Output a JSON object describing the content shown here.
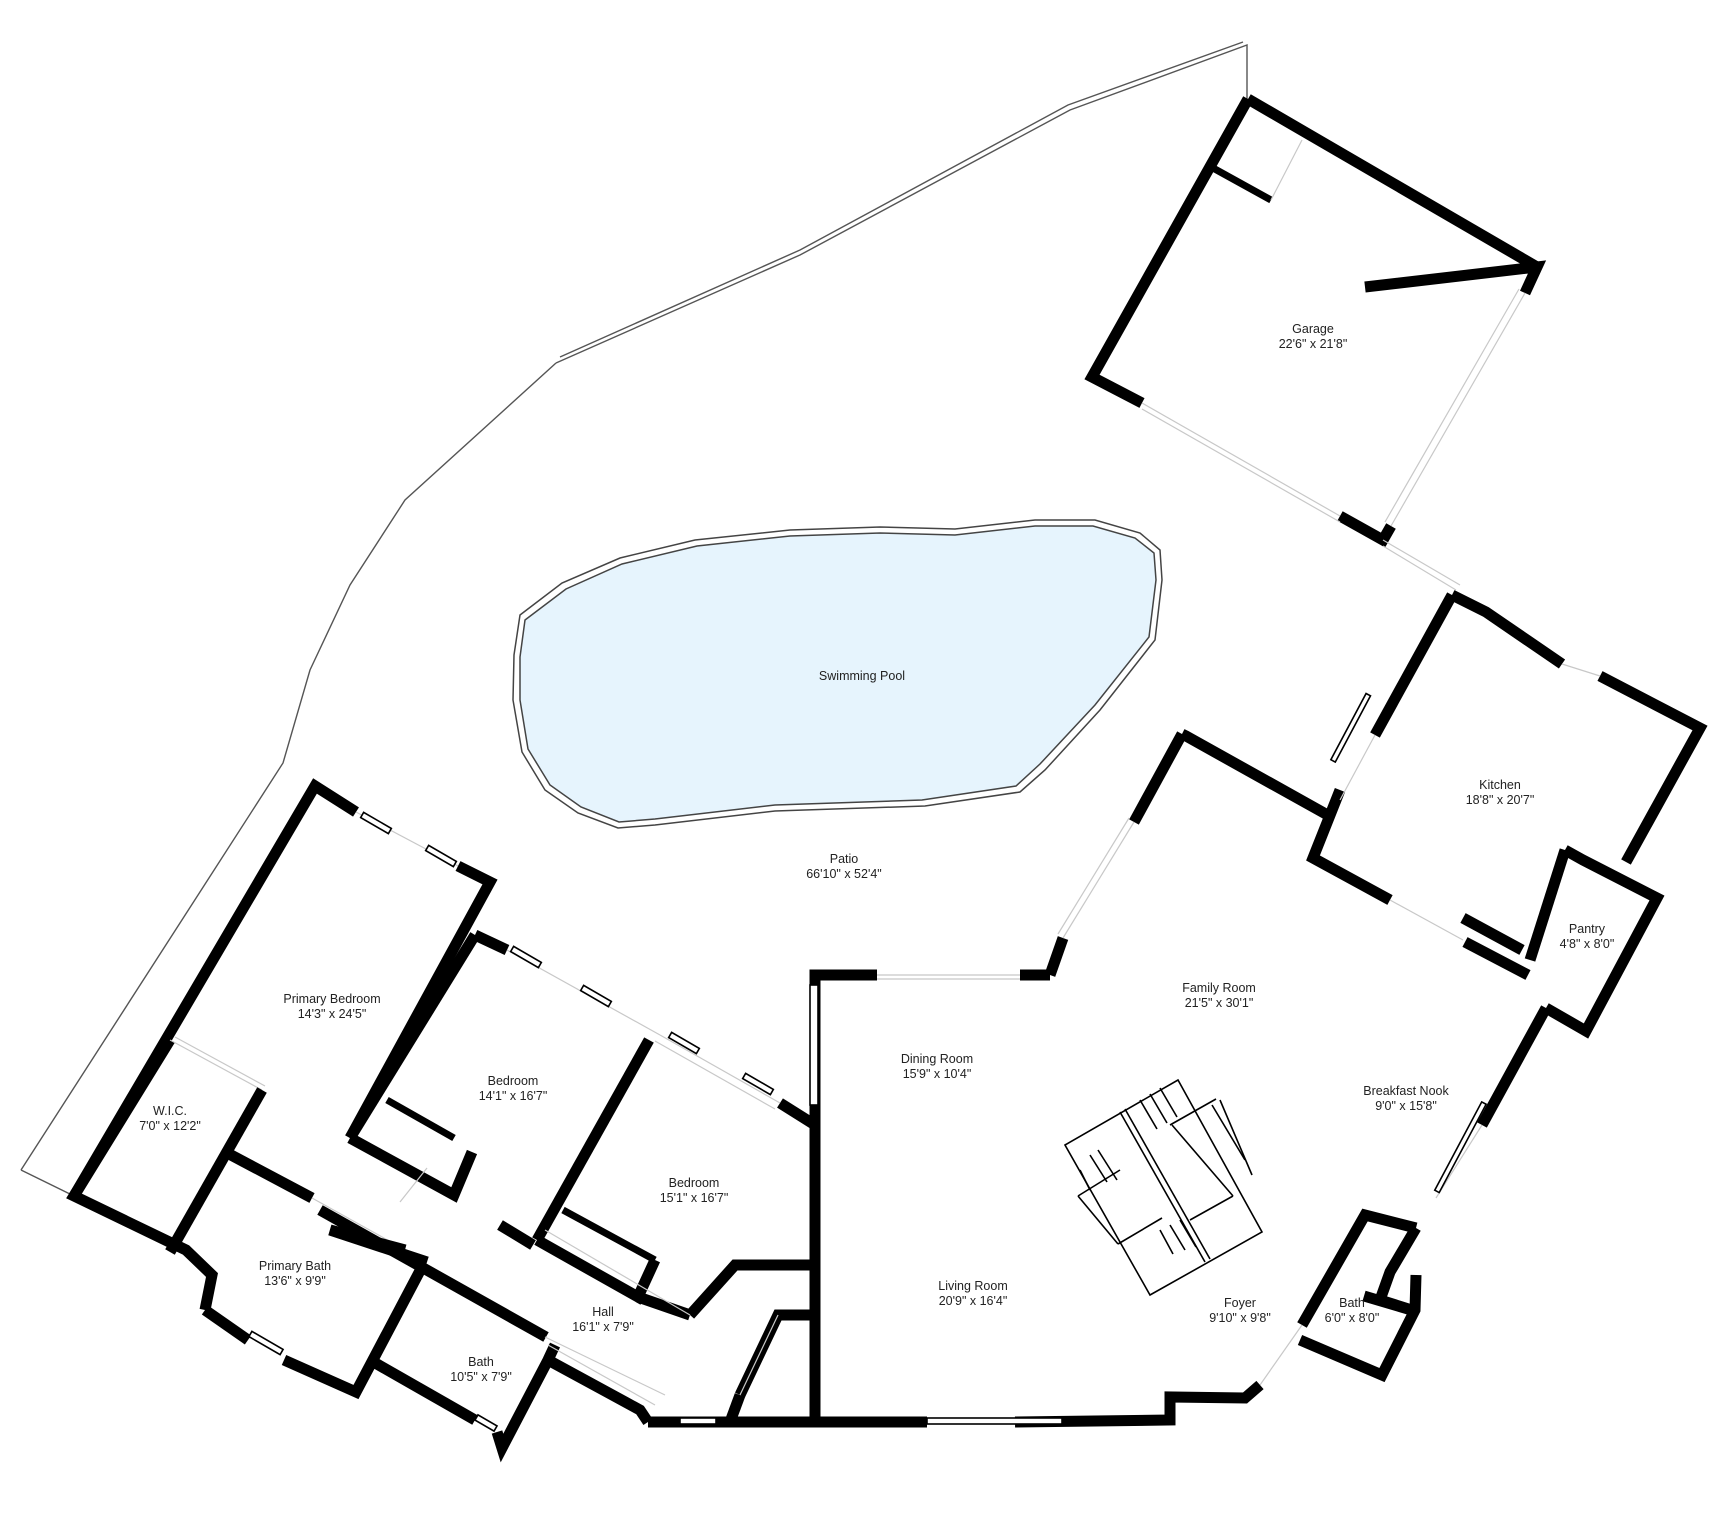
{
  "colors": {
    "wall": "#000000",
    "pool_water": "#e6f4fd",
    "background": "#ffffff",
    "label_text": "#222222"
  },
  "rooms": [
    {
      "id": "garage",
      "name": "Garage",
      "dims": "22'6\" x 21'8\""
    },
    {
      "id": "swimming-pool",
      "name": "Swimming Pool",
      "dims": ""
    },
    {
      "id": "kitchen",
      "name": "Kitchen",
      "dims": "18'8\" x 20'7\""
    },
    {
      "id": "patio",
      "name": "Patio",
      "dims": "66'10\" x 52'4\""
    },
    {
      "id": "pantry",
      "name": "Pantry",
      "dims": "4'8\" x 8'0\""
    },
    {
      "id": "family-room",
      "name": "Family Room",
      "dims": "21'5\" x 30'1\""
    },
    {
      "id": "primary-bedroom",
      "name": "Primary Bedroom",
      "dims": "14'3\" x 24'5\""
    },
    {
      "id": "dining-room",
      "name": "Dining Room",
      "dims": "15'9\" x 10'4\""
    },
    {
      "id": "breakfast-nook",
      "name": "Breakfast Nook",
      "dims": "9'0\" x 15'8\""
    },
    {
      "id": "bedroom-1",
      "name": "Bedroom",
      "dims": "14'1\" x 16'7\""
    },
    {
      "id": "wic",
      "name": "W.I.C.",
      "dims": "7'0\" x 12'2\""
    },
    {
      "id": "bedroom-2",
      "name": "Bedroom",
      "dims": "15'1\" x 16'7\""
    },
    {
      "id": "primary-bath",
      "name": "Primary Bath",
      "dims": "13'6\" x 9'9\""
    },
    {
      "id": "living-room",
      "name": "Living Room",
      "dims": "20'9\" x 16'4\""
    },
    {
      "id": "foyer",
      "name": "Foyer",
      "dims": "9'10\" x 9'8\""
    },
    {
      "id": "bath-1",
      "name": "Bath",
      "dims": "6'0\" x 8'0\""
    },
    {
      "id": "hall",
      "name": "Hall",
      "dims": "16'1\" x 7'9\""
    },
    {
      "id": "bath-2",
      "name": "Bath",
      "dims": "10'5\" x 7'9\""
    }
  ]
}
